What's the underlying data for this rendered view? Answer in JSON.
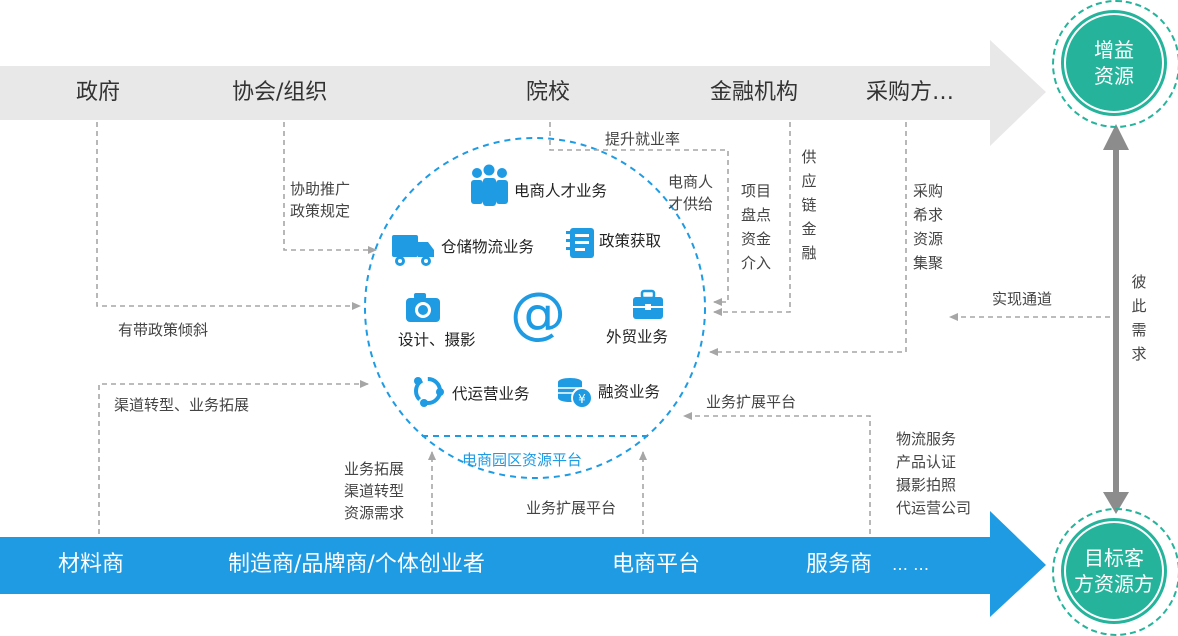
{
  "top_band": {
    "labels": [
      "政府",
      "协会/组织",
      "院校",
      "金融机构",
      "采购方…"
    ]
  },
  "bottom_band": {
    "labels": [
      "材料商",
      "制造商/品牌商/个体创业者",
      "电商平台",
      "服务商",
      "…  …"
    ]
  },
  "nodes": {
    "gain": "增益\n资源",
    "target": "目标客\n方资源方"
  },
  "hub": {
    "center_symbol": "@",
    "platform_label": "电商园区资源平台",
    "services": {
      "talent": "电商人才业务",
      "warehouse": "仓储物流业务",
      "policy": "政策获取",
      "design": "设计、摄影",
      "foreign_trade": "外贸业务",
      "operation": "代运营业务",
      "finance": "融资业务"
    }
  },
  "annotations": {
    "preferential_policy": "有带政策倾斜",
    "promotion": "协助推广\n政策规定",
    "employment": "提升就业率",
    "talent_supply": "电商人\n才供给",
    "project": "项目\n盘点\n资金\n介入",
    "supply_chain": "供\n应\n链\n金\n融",
    "procurement": "采购\n希求\n资源\n集聚",
    "channel": "实现通道",
    "mutual_demand": "彼\n此\n需\n求",
    "channel_transform": "渠道转型、业务拓展",
    "business_expand_top": "业务扩展平台",
    "services_list": "物流服务\n产品认证\n摄影拍照\n代运营公司",
    "expand_transform": "业务拓展\n渠道转型\n资源需求",
    "business_expand_bottom": "业务扩展平台"
  },
  "colors": {
    "top_band": "#e8e8e8",
    "bottom_band": "#1e9be3",
    "node_fill": "#25b49b",
    "dashed_line": "#a6a6a6",
    "hub_border": "#1e9be3",
    "double_arrow": "#8c8c8c"
  },
  "icons": [
    "people-icon",
    "truck-icon",
    "notebook-icon",
    "camera-icon",
    "briefcase-icon",
    "sync-icon",
    "coins-icon"
  ]
}
